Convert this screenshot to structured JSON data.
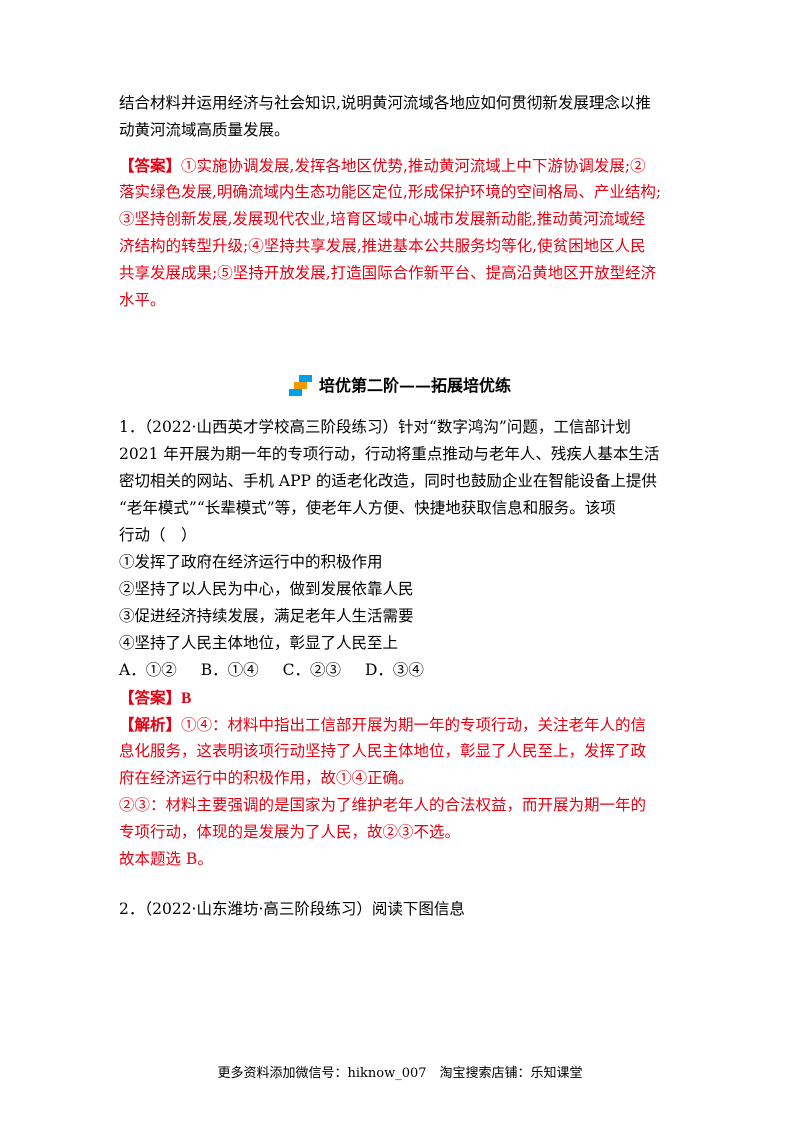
{
  "top_question": {
    "lines": [
      "结合材料并运用经济与社会知识,说明黄河流域各地应如何贯彻新发展理念以推",
      "动黄河流域高质量发展。"
    ]
  },
  "top_answer": {
    "label": "【答案】",
    "lines": [
      "①实施协调发展,发挥各地区优势,推动黄河流域上中下游协调发展;②",
      "落实绿色发展,明确流域内生态功能区定位,形成保护环境的空间格局、产业结构;",
      "③坚持创新发展,发展现代农业,培育区域中心城市发展新动能,推动黄河流域经",
      "济结构的转型升级;④坚持共享发展,推进基本公共服务均等化,使贫困地区人民",
      "共享发展成果;⑤坚持开放发展,打造国际合作新平台、提高沿黄地区开放型经济",
      "水平。"
    ]
  },
  "section_heading": "培优第二阶——拓展培优练",
  "q1": {
    "lines": [
      "1．（2022·山西英才学校高三阶段练习）针对“数字鸿沟”问题，工信部计划",
      "2021 年开展为期一年的专项行动，行动将重点推动与老年人、残疾人基本生活",
      "密切相关的网站、手机 APP 的适老化改造，同时也鼓励企业在智能设备上提供",
      "“老年模式”“长辈模式”等，使老年人方便、快捷地获取信息和服务。该项",
      "行动（　）"
    ],
    "statements": [
      "①发挥了政府在经济运行中的积极作用",
      "②坚持了以人民为中心，做到发展依靠人民",
      "③促进经济持续发展，满足老年人生活需要",
      "④坚持了人民主体地位，彰显了人民至上"
    ],
    "options": [
      "A．①②",
      "B．①④",
      "C．②③",
      "D．③④"
    ],
    "answer_label": "【答案】",
    "answer": "B",
    "analysis_label": "【解析】",
    "analysis_lines": [
      "①④：材料中指出工信部开展为期一年的专项行动，关注老年人的信",
      "息化服务，这表明该项行动坚持了人民主体地位，彰显了人民至上，发挥了政",
      "府在经济运行中的积极作用，故①④正确。",
      "②③：材料主要强调的是国家为了维护老年人的合法权益，而开展为期一年的",
      "专项行动，体现的是发展为了人民，故②③不选。",
      "故本题选 B。"
    ]
  },
  "q2": {
    "line": "2．（2022·山东潍坊·高三阶段练习）阅读下图信息"
  },
  "footer": "更多资料添加微信号：hiknow_007　淘宝搜索店铺：乐知课堂",
  "colors": {
    "accent_red": "#e60012",
    "deco_orange": "#f39800",
    "deco_blue": "#00a0e9"
  }
}
